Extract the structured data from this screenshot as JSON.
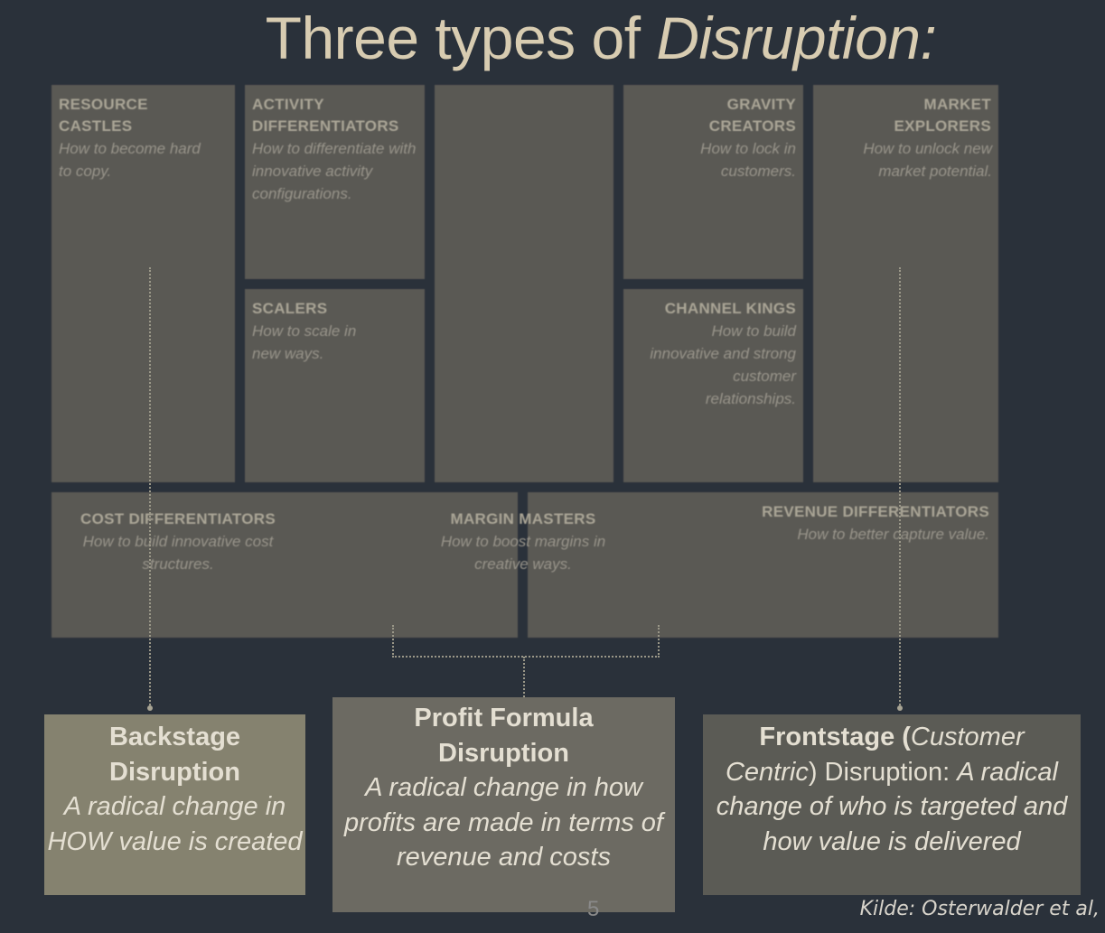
{
  "title": {
    "main": "Three types of ",
    "emph": "Disruption:"
  },
  "canvas": {
    "resource_castles": {
      "title": "RESOURCE CASTLES",
      "subtitle": "How to become hard to copy."
    },
    "activity_differentiators": {
      "title": "ACTIVITY DIFFERENTIATORS",
      "subtitle": "How to differentiate with innovative activity configurations."
    },
    "scalers": {
      "title": "SCALERS",
      "subtitle": "How to scale in new ways."
    },
    "gravity_creators": {
      "title": "GRAVITY CREATORS",
      "subtitle": "How to lock in customers."
    },
    "market_explorers": {
      "title": "MARKET EXPLORERS",
      "subtitle": "How to unlock new market potential."
    },
    "channel_kings": {
      "title": "CHANNEL KINGS",
      "subtitle": "How to build innovative and strong customer relationships."
    },
    "cost_differentiators": {
      "title": "COST DIFFERENTIATORS",
      "subtitle": "How to build innovative cost structures."
    },
    "margin_masters": {
      "title": "MARGIN MASTERS",
      "subtitle": "How to boost margins in creative ways."
    },
    "revenue_differentiators": {
      "title": "REVENUE DIFFERENTIATORS",
      "subtitle": "How to better capture value."
    }
  },
  "callouts": {
    "backstage": {
      "title": "Backstage Disruption",
      "desc": "A radical change in HOW value is created",
      "bg": "#85826f"
    },
    "profit": {
      "title": "Profit Formula Disruption",
      "desc": "A radical change in how profits are made in terms of revenue and costs",
      "bg": "#6c6a62"
    },
    "frontstage": {
      "title_a": "Frontstage (",
      "title_b": "Customer Centric",
      "title_c": ") Disruption: ",
      "desc": "A radical change of who is targeted and how value is delivered",
      "bg": "#5b5b55"
    }
  },
  "page_number": "5",
  "credit": "Kilde: Osterwalder et al,"
}
